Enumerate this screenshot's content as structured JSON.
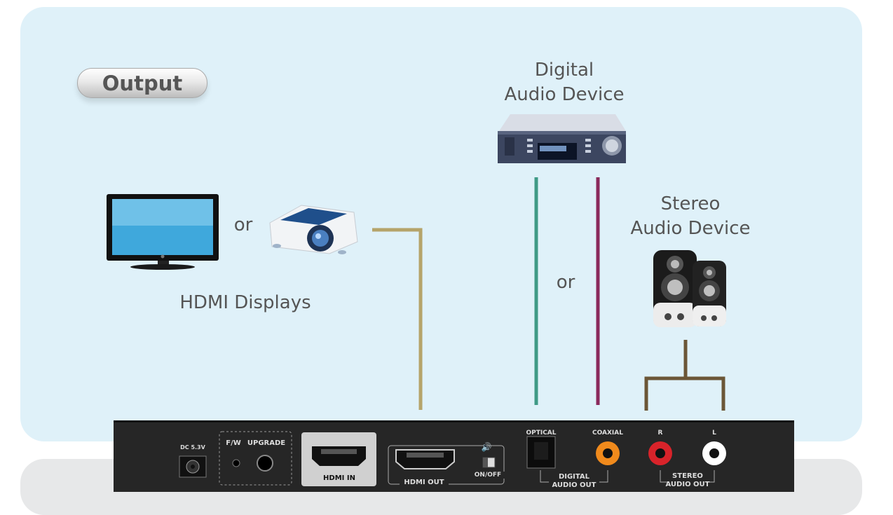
{
  "section_label": "Output",
  "labels": {
    "digital_audio": [
      "Digital",
      "Audio Device"
    ],
    "stereo_audio": [
      "Stereo",
      "Audio Device"
    ],
    "hdmi_displays": "HDMI Displays",
    "or_display": "or",
    "or_audio": "or"
  },
  "icons": [
    "tv-icon",
    "projector-icon",
    "digital-audio-device-icon",
    "stereo-speakers-icon"
  ],
  "device_panel": {
    "dc": "DC 5.3V",
    "fw": "F/W",
    "upgrade": "UPGRADE",
    "hdmi_in": "HDMI IN",
    "hdmi_out": "HDMI OUT",
    "on_off": "ON/OFF",
    "optical": "OPTICAL",
    "coaxial": "COAXIAL",
    "digital_audio_out": [
      "DIGITAL",
      "AUDIO OUT"
    ],
    "r": "R",
    "l": "L",
    "stereo_audio_out": [
      "STEREO",
      "AUDIO OUT"
    ]
  },
  "colors": {
    "panel_bg": "#dff1f9",
    "hdmi_wire": "#b5a46a",
    "optical_wire": "#3f9a86",
    "coaxial_wire": "#8a2a5c",
    "stereo_wire": "#6b5637",
    "coaxial_jack": "#f08a1c",
    "r_jack": "#d8232a",
    "l_jack": "#ffffff"
  }
}
